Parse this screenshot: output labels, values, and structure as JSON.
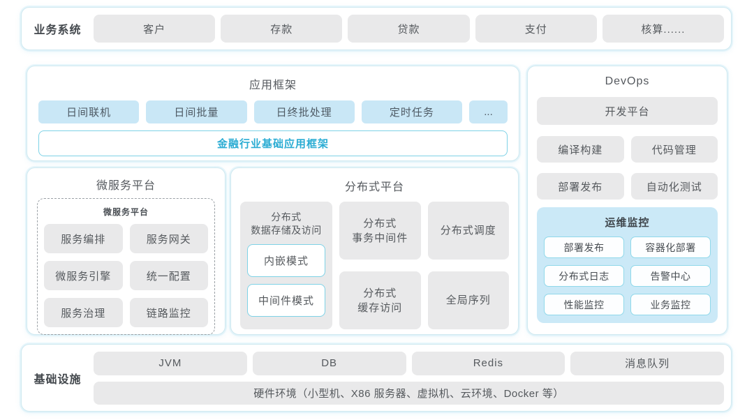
{
  "business_system": {
    "label": "业务系统",
    "items": [
      "客户",
      "存款",
      "贷款",
      "支付",
      "核算......"
    ]
  },
  "app_framework": {
    "title": "应用框架",
    "modules": [
      "日间联机",
      "日间批量",
      "日终批处理",
      "定时任务",
      "..."
    ],
    "base": "金融行业基础应用框架"
  },
  "devops": {
    "title": "DevOps",
    "platform": "开发平台",
    "tools": [
      "编译构建",
      "代码管理",
      "部署发布",
      "自动化测试"
    ],
    "ops_monitor": {
      "title": "运维监控",
      "items": [
        "部署发布",
        "容器化部署",
        "分布式日志",
        "告警中心",
        "性能监控",
        "业务监控"
      ]
    }
  },
  "microservice_platform": {
    "title": "微服务平台",
    "inner_title": "微服务平台",
    "items": [
      "服务编排",
      "服务网关",
      "微服务引擎",
      "统一配置",
      "服务治理",
      "链路监控"
    ]
  },
  "distributed_platform": {
    "title": "分布式平台",
    "storage": {
      "title_line1": "分布式",
      "title_line2": "数据存储及访问",
      "modes": [
        "内嵌模式",
        "中间件模式"
      ]
    },
    "transaction": {
      "line1": "分布式",
      "line2": "事务中间件"
    },
    "scheduling": "分布式调度",
    "cache": {
      "line1": "分布式",
      "line2": "缓存访问"
    },
    "sequence": "全局序列"
  },
  "infrastructure": {
    "label": "基础设施",
    "items": [
      "JVM",
      "DB",
      "Redis",
      "消息队列"
    ],
    "hardware": "硬件环境（小型机、X86 服务器、虚拟机、云环境、Docker 等）"
  },
  "colors": {
    "accent_cyan_text": "#2bacd3",
    "box_blue": "#c9e7f6",
    "box_gray": "#e9e9ea",
    "monitor_bg": "#cbe9f7",
    "cyan_border": "#7ed2e6",
    "panel_border": "#cfe9f0"
  }
}
